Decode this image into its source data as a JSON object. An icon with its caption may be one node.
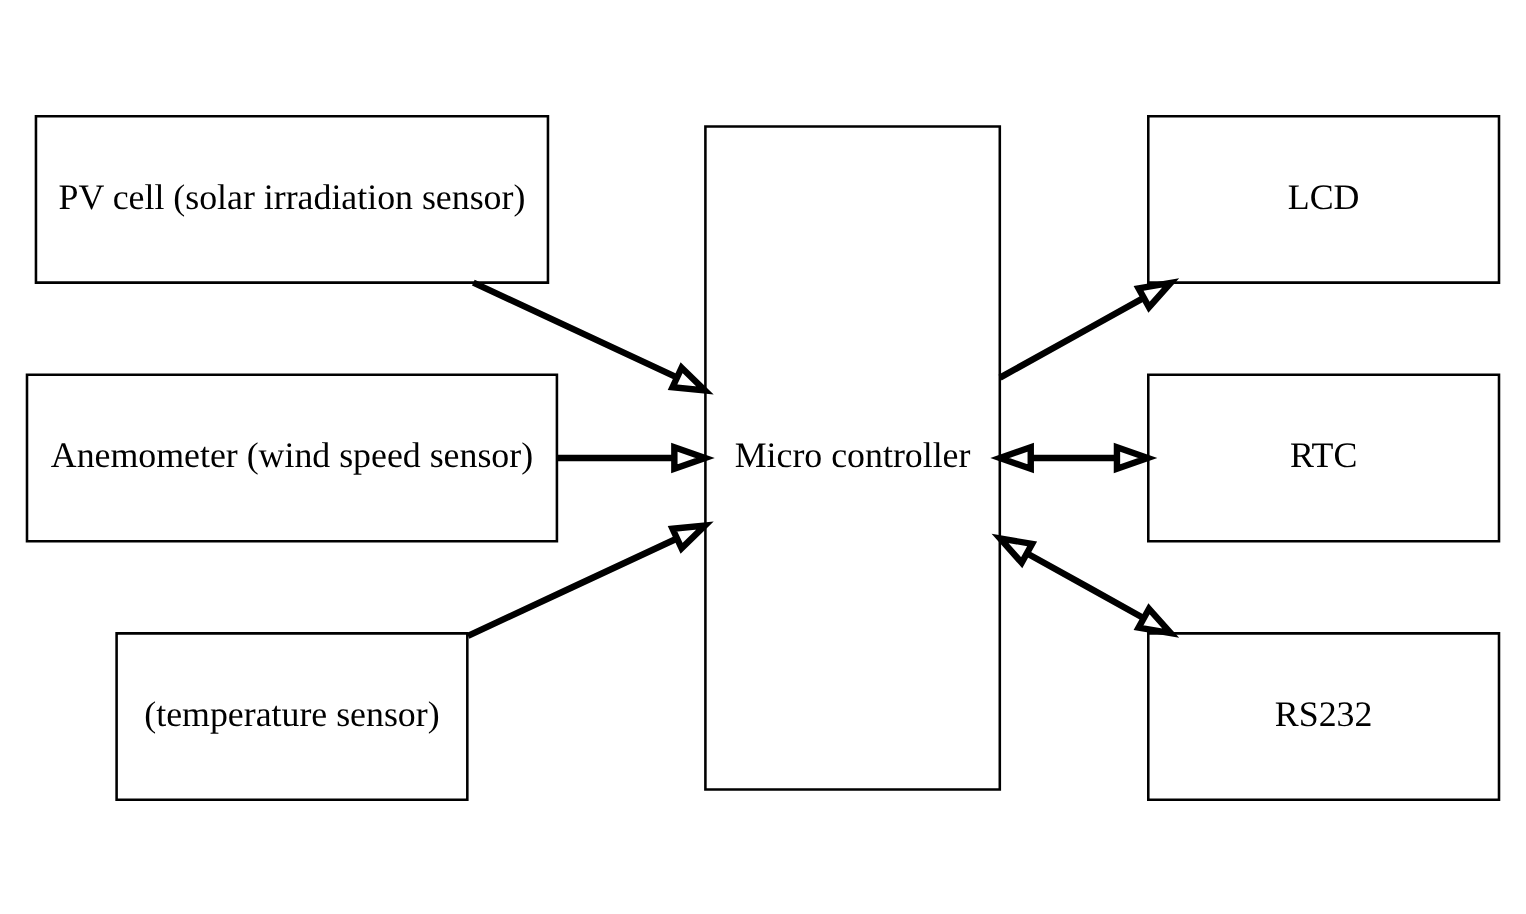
{
  "diagram": {
    "nodes": [
      {
        "text": [
          "PV cell (solar irradiation sensor)"
        ]
      },
      {
        "text": [
          "Anemometer (wind speed sensor)"
        ]
      },
      {
        "text": [
          "(temperature sensor)"
        ]
      },
      {
        "text": [
          "Micro controller"
        ]
      },
      {
        "text": [
          "LCD"
        ]
      },
      {
        "text": [
          "RTC"
        ]
      },
      {
        "text": [
          "RS232"
        ]
      }
    ],
    "edges": [
      {
        "from": 0,
        "to": 3,
        "arrow": "to"
      },
      {
        "from": 1,
        "to": 3,
        "arrow": "to"
      },
      {
        "from": 2,
        "to": 3,
        "arrow": "to"
      },
      {
        "from": 3,
        "to": 4,
        "arrow": "to"
      },
      {
        "from": 3,
        "to": 5,
        "arrow": "both"
      },
      {
        "from": 3,
        "to": 6,
        "arrow": "both"
      }
    ]
  }
}
